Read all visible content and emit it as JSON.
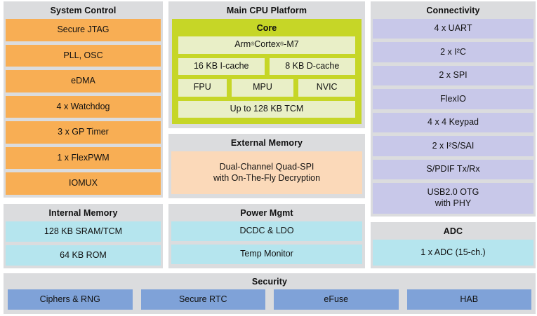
{
  "sections": {
    "system_control": {
      "title": "System Control",
      "blocks": [
        "Secure JTAG",
        "PLL, OSC",
        "eDMA",
        "4 x Watchdog",
        "3 x GP Timer",
        "1 x FlexPWM",
        "IOMUX"
      ]
    },
    "main_cpu": {
      "title": "Main CPU Platform",
      "core": {
        "title": "Core",
        "cpu": "Arm®Cortex®-M7",
        "icache": "16 KB I-cache",
        "dcache": "8 KB D-cache",
        "fpu": "FPU",
        "mpu": "MPU",
        "nvic": "NVIC",
        "tcm": "Up to 128 KB TCM"
      }
    },
    "connectivity": {
      "title": "Connectivity",
      "blocks": [
        "4 x UART",
        "2 x I²C",
        "2 x SPI",
        "FlexIO",
        "4 x 4 Keypad",
        "2 x I²S/SAI",
        "S/PDIF Tx/Rx",
        "USB2.0 OTG\nwith PHY"
      ]
    },
    "external_memory": {
      "title": "External Memory",
      "blocks": [
        "Dual-Channel Quad-SPI\nwith On-The-Fly Decryption"
      ]
    },
    "internal_memory": {
      "title": "Internal Memory",
      "blocks": [
        "128 KB SRAM/TCM",
        "64 KB ROM"
      ]
    },
    "power_mgmt": {
      "title": "Power Mgmt",
      "blocks": [
        "DCDC & LDO",
        "Temp Monitor"
      ]
    },
    "adc": {
      "title": "ADC",
      "blocks": [
        "1 x ADC (15-ch.)"
      ]
    },
    "security": {
      "title": "Security",
      "blocks": [
        "Ciphers & RNG",
        "Secure RTC",
        "eFuse",
        "HAB"
      ]
    }
  },
  "colors": {
    "panel_bg": "#dbdcde",
    "system_control": "#f8ae54",
    "core_bg": "#c6d627",
    "core_inner": "#e9efc7",
    "connectivity": "#c8c8e9",
    "external_memory": "#fbd9b9",
    "memory_power": "#b5e5ee",
    "security": "#7fa2d8"
  }
}
